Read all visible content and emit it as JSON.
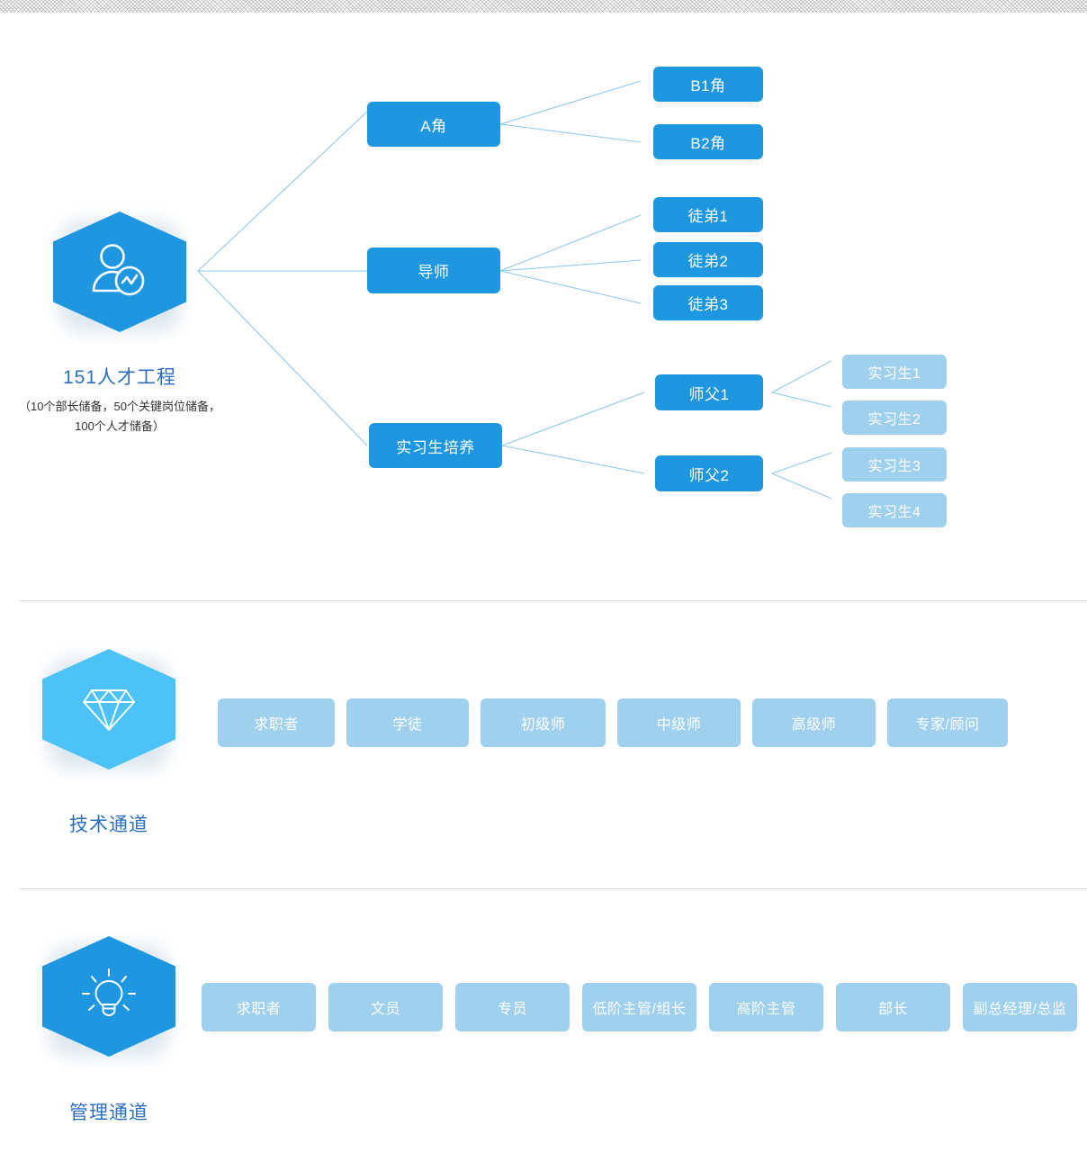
{
  "page": {
    "background": "#ffffff",
    "accent_dark": "#1e97e0",
    "accent_light": "#9fd0ee",
    "accent_hex_light": "#4cc2f7",
    "label_color": "#2d6fbd"
  },
  "talent_section": {
    "badge": {
      "icon": "person-chart-icon",
      "title": "151人才工程",
      "subtitle": "（10个部长储备，50个关键岗位储备，100个人才储备）"
    },
    "level1": [
      {
        "label": "A角"
      },
      {
        "label": "导师"
      },
      {
        "label": "实习生培养"
      }
    ],
    "a_role_children": [
      {
        "label": "B1角"
      },
      {
        "label": "B2角"
      }
    ],
    "mentor_children": [
      {
        "label": "徒弟1"
      },
      {
        "label": "徒弟2"
      },
      {
        "label": "徒弟3"
      }
    ],
    "masters": [
      {
        "label": "师父1"
      },
      {
        "label": "师父2"
      }
    ],
    "master1_children": [
      {
        "label": "实习生1"
      },
      {
        "label": "实习生2"
      }
    ],
    "master2_children": [
      {
        "label": "实习生3"
      },
      {
        "label": "实习生4"
      }
    ]
  },
  "tech_section": {
    "badge": {
      "icon": "diamond-icon",
      "title": "技术通道"
    },
    "steps": [
      {
        "label": "求职者"
      },
      {
        "label": "学徒"
      },
      {
        "label": "初级师"
      },
      {
        "label": "中级师"
      },
      {
        "label": "高级师"
      },
      {
        "label": "专家/顾问"
      }
    ]
  },
  "mgmt_section": {
    "badge": {
      "icon": "lightbulb-icon",
      "title": "管理通道"
    },
    "steps": [
      {
        "label": "求职者"
      },
      {
        "label": "文员"
      },
      {
        "label": "专员"
      },
      {
        "label": "低阶主管/组长"
      },
      {
        "label": "高阶主管"
      },
      {
        "label": "部长"
      },
      {
        "label": "副总经理/总监"
      }
    ]
  }
}
